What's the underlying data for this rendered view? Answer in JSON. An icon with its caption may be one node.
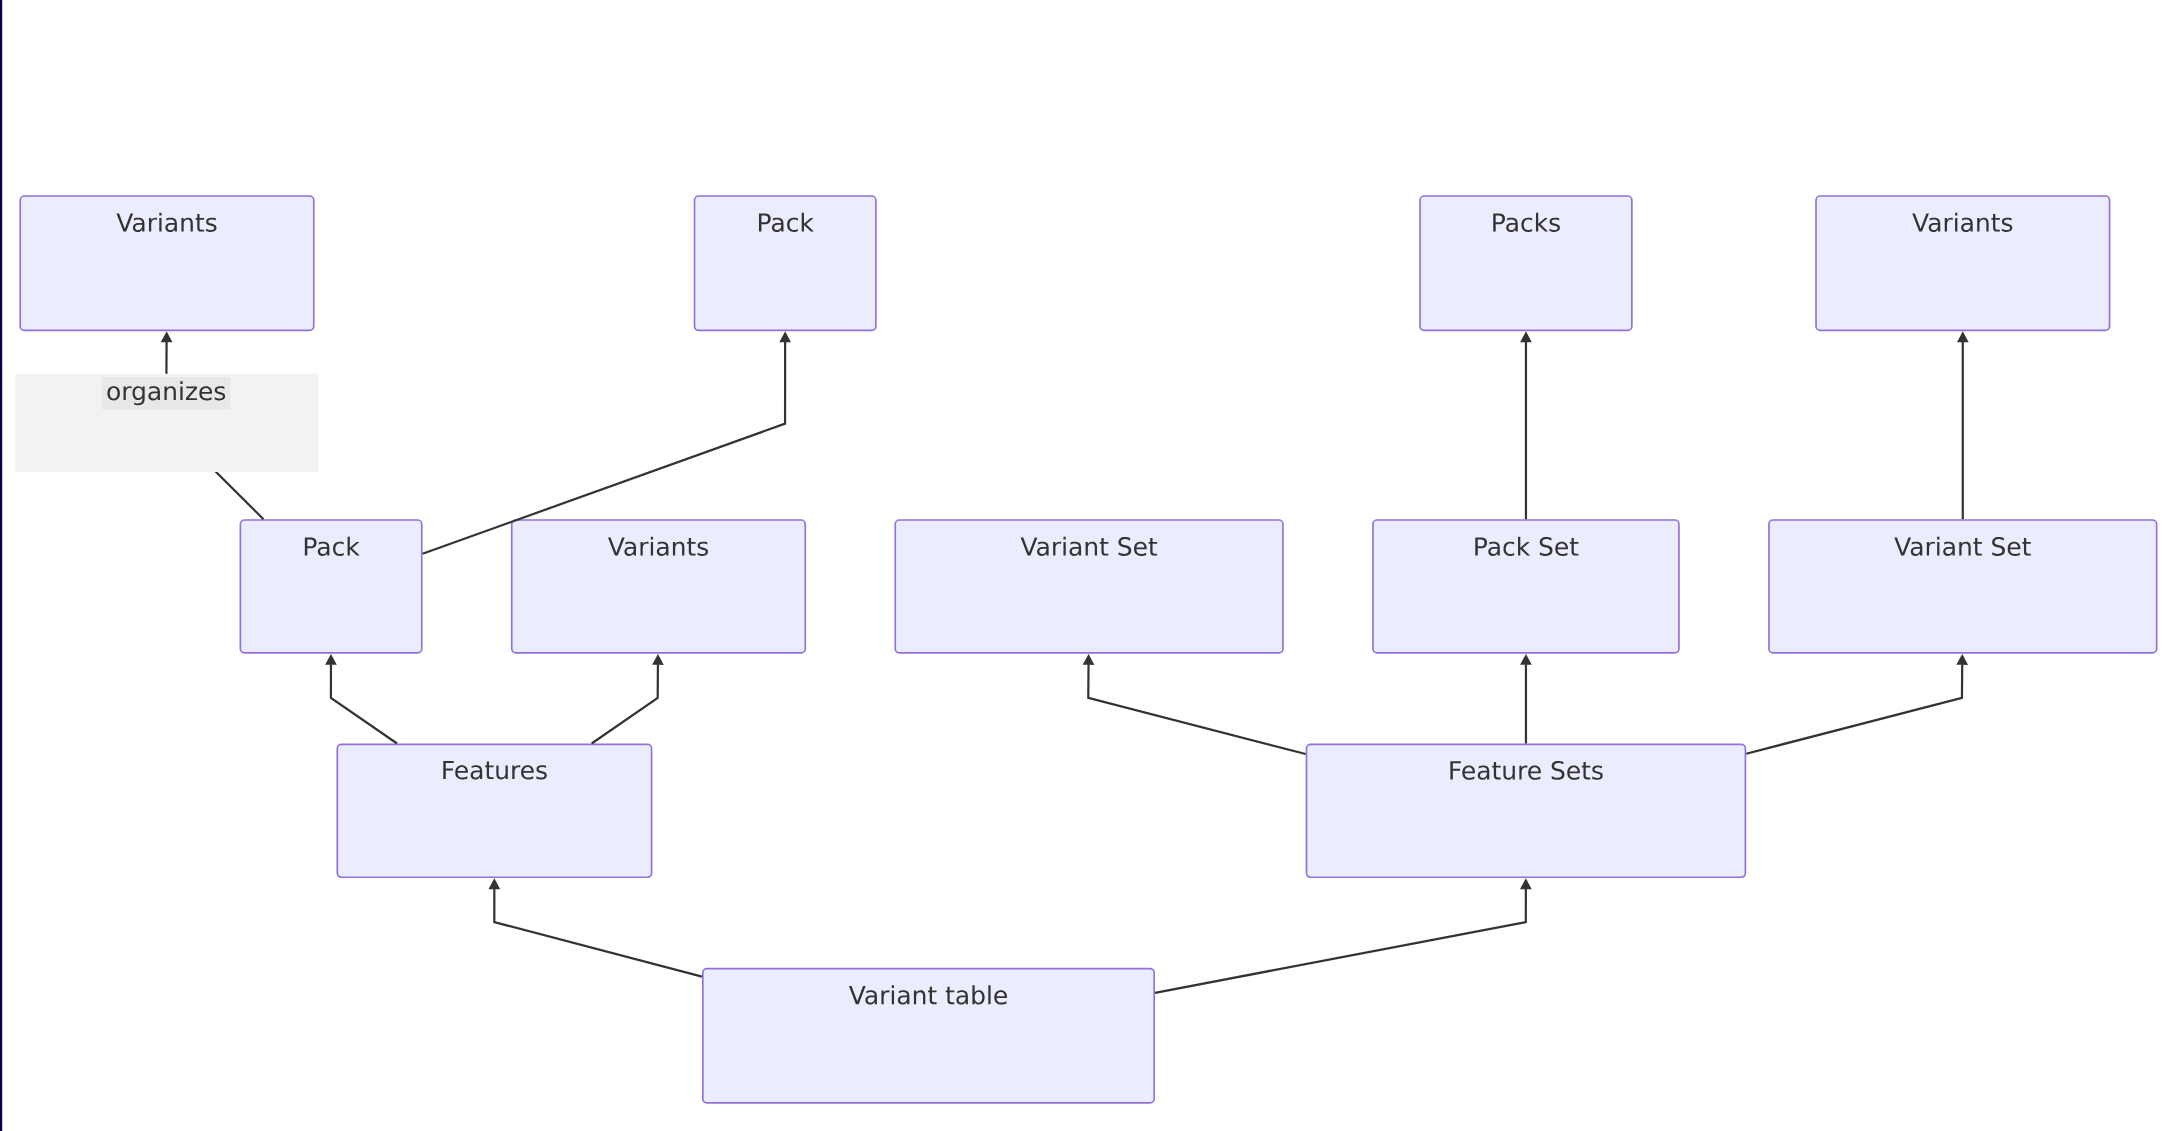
{
  "diagram": {
    "nodes": [
      {
        "text": [
          "Variants"
        ]
      },
      {
        "text": [
          "Pack"
        ]
      },
      {
        "text": [
          "Packs"
        ]
      },
      {
        "text": [
          "Variants"
        ]
      },
      {
        "text": [
          "Pack"
        ]
      },
      {
        "text": [
          "Variants"
        ]
      },
      {
        "text": [
          "Variant Set"
        ]
      },
      {
        "text": [
          "Pack Set"
        ]
      },
      {
        "text": [
          "Variant Set"
        ]
      },
      {
        "text": [
          "Features"
        ]
      },
      {
        "text": [
          "Feature Sets"
        ]
      },
      {
        "text": [
          "Variant table"
        ]
      }
    ],
    "edges": [
      {
        "from": 11,
        "to": 9,
        "arrow": "to"
      },
      {
        "from": 11,
        "to": 10,
        "arrow": "to"
      },
      {
        "from": 9,
        "to": 4,
        "arrow": "to"
      },
      {
        "from": 9,
        "to": 5,
        "arrow": "to"
      },
      {
        "from": 10,
        "to": 6,
        "arrow": "to"
      },
      {
        "from": 10,
        "to": 7,
        "arrow": "to"
      },
      {
        "from": 10,
        "to": 8,
        "arrow": "to"
      },
      {
        "from": 4,
        "to": 0,
        "arrow": "to",
        "label": "organizes"
      },
      {
        "from": 4,
        "to": 1,
        "arrow": "to"
      },
      {
        "from": 7,
        "to": 2,
        "arrow": "to"
      },
      {
        "from": 8,
        "to": 3,
        "arrow": "to"
      }
    ]
  }
}
